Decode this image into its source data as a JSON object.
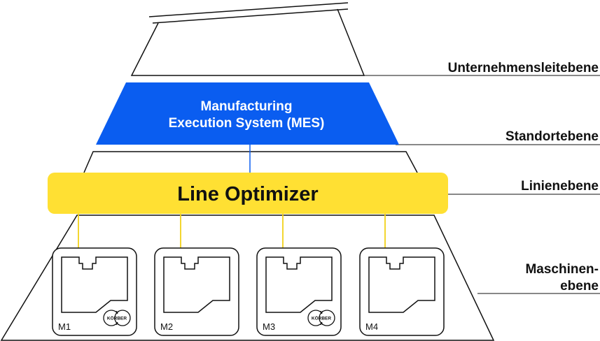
{
  "levels": {
    "enterprise": "Unternehmensleitebene",
    "site": "Standortebene",
    "line": "Linienebene",
    "machine_line1": "Maschinen-",
    "machine_line2": "ebene"
  },
  "mes": {
    "line1": "Manufacturing",
    "line2": "Execution System (MES)"
  },
  "line_optimizer": {
    "label": "Line Optimizer"
  },
  "machines": [
    {
      "label": "M1",
      "logo": "KÖRBER"
    },
    {
      "label": "M2",
      "logo": ""
    },
    {
      "label": "M3",
      "logo": "KÖRBER"
    },
    {
      "label": "M4",
      "logo": ""
    }
  ],
  "colors": {
    "mes_blue": "#0a5df0",
    "optimizer_yellow": "#ffe033",
    "connector_yellow": "#f2d21a",
    "outline": "#111111"
  }
}
